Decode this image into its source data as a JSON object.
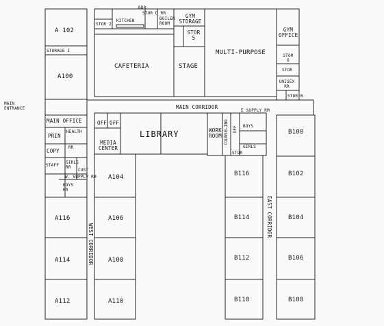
{
  "floor_plan": {
    "rooms": {
      "a102": "A 102",
      "storage1": "STORAGE I",
      "a100": "A100",
      "stor2": "STOR 2",
      "kitchen": "KITCHEN",
      "stor_d_rr": "STOR D RR",
      "bdr": "BDR",
      "boiler_room": "BOILER ROOM",
      "gym_storage": "GYM STORAGE",
      "stor5": "STOR 5",
      "cafeteria": "CAFETERIA",
      "stage": "STAGE",
      "multi_purpose": "MULTI-PURPOSE",
      "gym_office": "GYM OFFICE",
      "stor6": "STOR 6",
      "stor": "STOR",
      "unisex_rr": "UNISEX RR",
      "stor_b": "STOR B",
      "main_office": "MAIN OFFICE",
      "prin": "PRIN",
      "health": "HEALTH",
      "rr": "RR",
      "copy": "COPY",
      "staff": "STAFF",
      "girls_rr": "GIRLS RR",
      "cust": "CUST",
      "w_supply_rm": "W. SUPPLY RM",
      "boys_rr": "BOYS RR",
      "off1": "OFF",
      "off2": "OFF",
      "media_center": "MEDIA CENTER",
      "library": "LIBRARY",
      "work_room": "WORK ROOM",
      "counseling": "COUNSELING",
      "couns_off": "OFF",
      "e_supply_rm": "E SUPPLY RM",
      "boys_e": "BOYS",
      "girls_e": "GIRLS",
      "stor_e": "STOR",
      "a104": "A104",
      "a106": "A106",
      "a108": "A108",
      "a110": "A110",
      "a112": "A112",
      "a114": "A114",
      "a116": "A116",
      "b100": "B100",
      "b102": "B102",
      "b104": "B104",
      "b106": "B106",
      "b108": "B108",
      "b110": "B110",
      "b112": "B112",
      "b114": "B114",
      "b116": "B116"
    },
    "corridors": {
      "main_entrance": "MAIN ENTRANCE",
      "main_corridor": "MAIN CORRIDOR",
      "west_corridor": "WEST CORRIDOR",
      "east_corridor": "EAST CORRIDOR"
    }
  }
}
